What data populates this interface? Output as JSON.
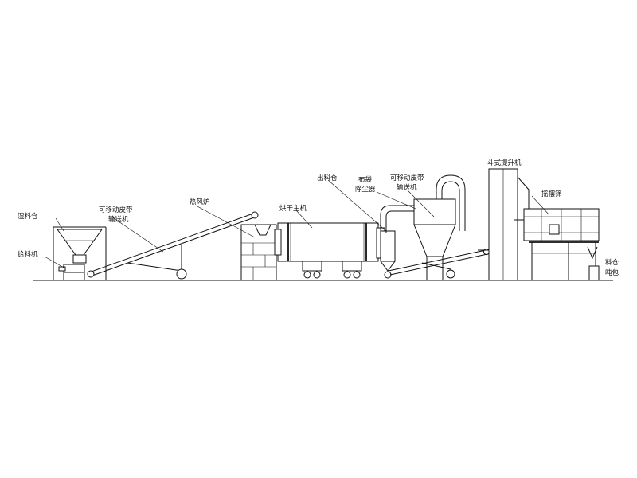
{
  "labels": {
    "wet_bin": "湿料仓",
    "feeder": "给料机",
    "conveyor1_line1": "可移动皮带",
    "conveyor1_line2": "输送机",
    "hot_air_furnace": "热风炉",
    "dryer_main": "烘干主机",
    "outlet_bin": "出料仓",
    "bag_dust_line1": "布袋",
    "bag_dust_line2": "除尘器",
    "conveyor2_line1": "可移动皮带",
    "conveyor2_line2": "输送机",
    "bucket_elevator": "斗式提升机",
    "vibrating_screen": "摇摆筛",
    "product_bin_line1": "料仓",
    "product_bin_line2": "吨包"
  }
}
